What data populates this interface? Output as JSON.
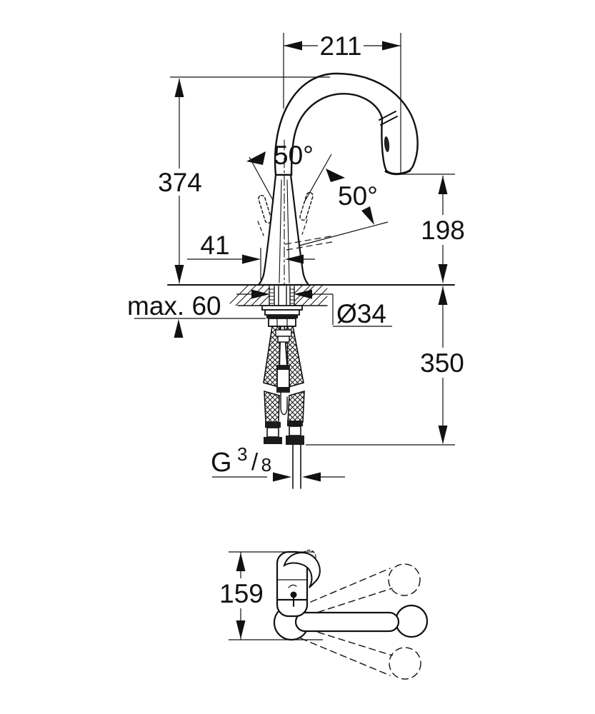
{
  "drawing": {
    "background": "#ffffff",
    "line_color": "#111111",
    "units": "mm",
    "subject": "kitchen faucet technical dimension drawing (front view and top view)"
  },
  "dimensions": {
    "spout_reach": "211",
    "total_height": "374",
    "lever_swivel_angle": "50°",
    "spray_swivel_angle": "50°",
    "lever_offset": "41",
    "outlet_height": "198",
    "max_mounting_thickness": "max. 60",
    "hole_diameter": "Ø34",
    "hose_length": "350",
    "swivel_depth": "159",
    "thread": {
      "prefix": "G",
      "numerator": "3",
      "slash": "/",
      "denominator": "8"
    }
  }
}
